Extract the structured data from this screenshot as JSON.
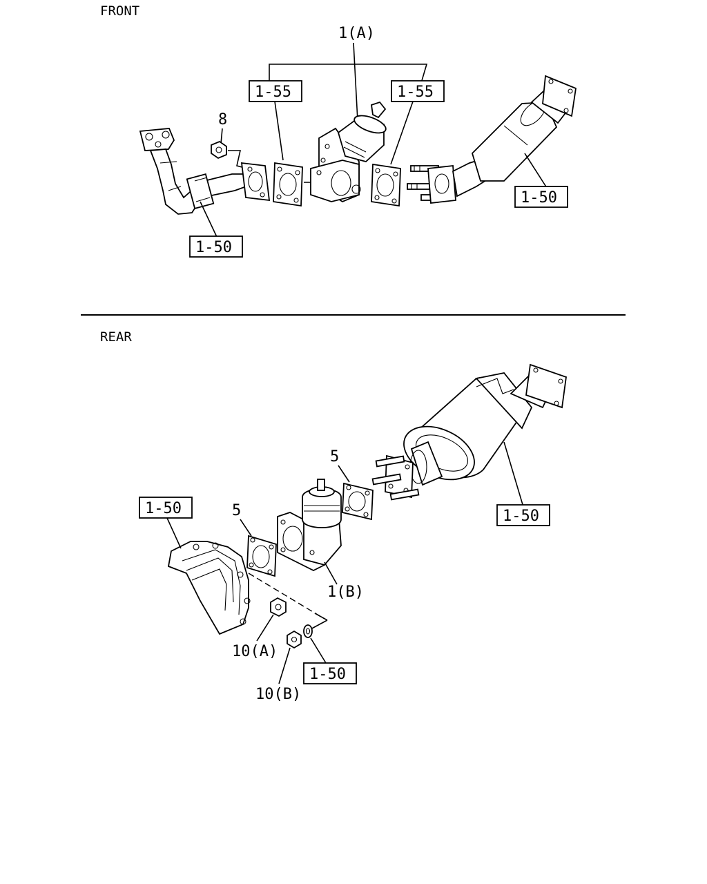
{
  "sections": {
    "front": "FRONT",
    "rear": "REAR"
  },
  "front": {
    "part_1a": "1(A)",
    "ref_1_55_left": "1-55",
    "ref_1_55_right": "1-55",
    "part_8": "8",
    "ref_1_50_right": "1-50",
    "ref_1_50_left": "1-50"
  },
  "rear": {
    "ref_1_50_topleft": "1-50",
    "part_5_upper": "5",
    "part_5_lower": "5",
    "ref_1_50_right": "1-50",
    "part_1b": "1(B)",
    "part_10a": "10(A)",
    "part_10b": "10(B)",
    "ref_1_50_bottom": "1-50"
  }
}
